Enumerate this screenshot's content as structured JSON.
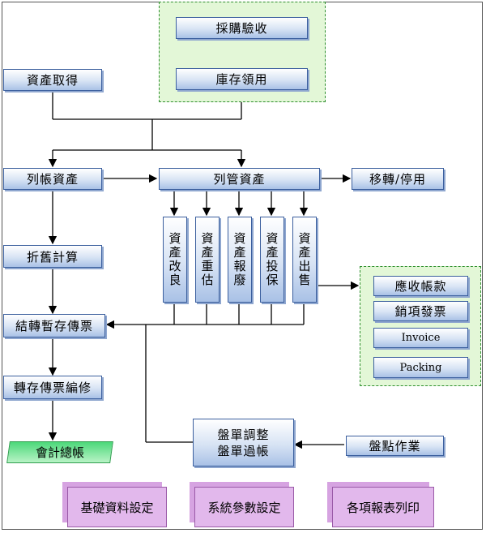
{
  "nodes": {
    "purchase_acceptance": "採購驗收",
    "inventory_issue": "庫存領用",
    "asset_acquisition": "資產取得",
    "capitalized_assets": "列帳資產",
    "managed_assets": "列管資產",
    "transfer_disable": "移轉/停用",
    "depreciation": "折舊計算",
    "asset_improvement": "資產改良",
    "asset_revaluation": "資產重估",
    "asset_scrap": "資產報廢",
    "asset_insurance": "資產投保",
    "asset_sale": "資產出售",
    "temp_voucher": "結轉暫存傳票",
    "voucher_edit": "轉存傳票編修",
    "general_ledger": "會計總帳",
    "count_adjust": "盤單調整",
    "count_post": "盤單過帳",
    "inventory_count": "盤點作業",
    "receivables": "應收帳款",
    "sales_invoice": "銷項發票",
    "invoice": "Invoice",
    "packing": "Packing",
    "basic_data": "基礎資料設定",
    "system_params": "系統參數設定",
    "report_print": "各項報表列印"
  },
  "colors": {
    "box_border": "#3b5f9e",
    "green_group": "#e3f7d7",
    "ledger_green": "#4cd87a",
    "purple": "#e2b8ec",
    "line": "#000000"
  }
}
